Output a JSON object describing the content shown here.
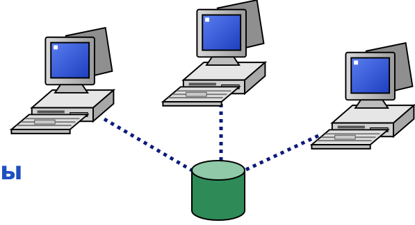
{
  "diagram": {
    "edge_text": "ы",
    "nodes": [
      {
        "id": "computer-left",
        "kind": "desktop-computer"
      },
      {
        "id": "computer-center",
        "kind": "desktop-computer"
      },
      {
        "id": "computer-right",
        "kind": "desktop-computer"
      },
      {
        "id": "database",
        "kind": "database-cylinder"
      }
    ],
    "links": [
      {
        "from": "computer-left",
        "to": "database",
        "style": "dotted"
      },
      {
        "from": "computer-center",
        "to": "database",
        "style": "dotted"
      },
      {
        "from": "computer-right",
        "to": "database",
        "style": "dotted"
      }
    ]
  },
  "colors": {
    "screen": "#2b4fd6",
    "link": "#0a1a7a",
    "database": "#2e8b57",
    "database_top": "#8fc9a7",
    "label": "#1f4fbf"
  }
}
